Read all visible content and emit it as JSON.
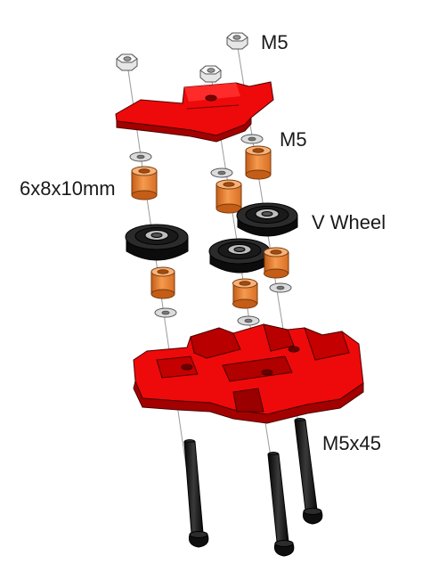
{
  "labels": {
    "top_nut": "M5",
    "mid_nut": "M5",
    "spacer": "6x8x10mm",
    "wheel": "V Wheel",
    "bolt": "M5x45"
  },
  "colors": {
    "plate": "#ee0a0a",
    "plate_shade": "#a30000",
    "spacer": "#f28c3c",
    "spacer_shade": "#c45d18",
    "wheel": "#151515",
    "bolt": "#161616",
    "metal": "#d8d8d8",
    "axis": "#9a9a9a"
  }
}
